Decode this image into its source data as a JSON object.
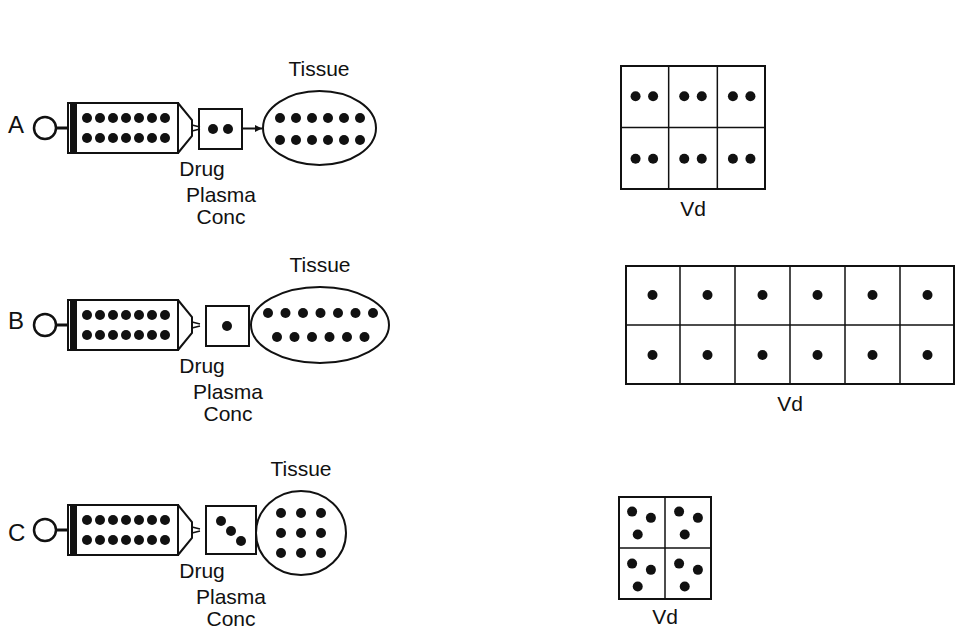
{
  "diagram": {
    "nodes": [
      {
        "text": [
          "Drug"
        ]
      },
      {
        "text": [
          "Plasma Conc"
        ]
      },
      {
        "text": [
          "Tissue"
        ]
      },
      {
        "text": [
          "Vd"
        ]
      },
      {
        "text": [
          "Drug"
        ]
      },
      {
        "text": [
          "Plasma Conc"
        ]
      },
      {
        "text": [
          "Tissue"
        ]
      },
      {
        "text": [
          "Vd"
        ]
      },
      {
        "text": [
          "Drug"
        ]
      },
      {
        "text": [
          "Plasma Conc"
        ]
      },
      {
        "text": [
          "Tissue"
        ]
      },
      {
        "text": [
          "Vd"
        ]
      }
    ],
    "edges": [
      {
        "from": 1,
        "to": 2,
        "arrow": "to"
      }
    ],
    "labels": [
      "A",
      "B",
      "C"
    ]
  }
}
